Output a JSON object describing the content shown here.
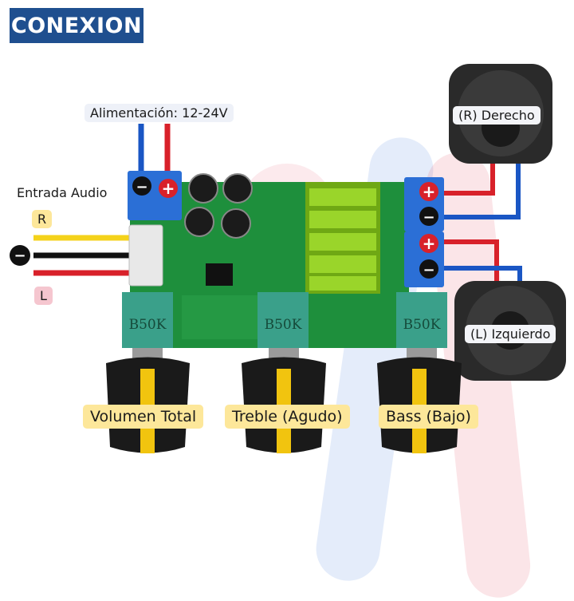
{
  "title": "CONEXION",
  "power": {
    "label": "Alimentación: 12-24V",
    "neg_symbol": "−",
    "pos_symbol": "+"
  },
  "audio_input": {
    "label": "Entrada Audio",
    "right_label": "R",
    "left_label": "L",
    "ground_symbol": "−"
  },
  "speakers": {
    "right": {
      "label": "(R) Derecho"
    },
    "left": {
      "label": "(L) Izquierdo"
    }
  },
  "outputs": {
    "pos_symbol": "+",
    "neg_symbol": "−"
  },
  "potentiometers": [
    {
      "marking": "B50K",
      "label": "Volumen Total"
    },
    {
      "marking": "B50K",
      "label": "Treble (Agudo)"
    },
    {
      "marking": "B50K",
      "label": "Bass (Bajo)"
    }
  ],
  "colors": {
    "title_bg": "#1f4f8f",
    "board": "#1e8f3c",
    "heatsink": "#8ccc1f",
    "terminal": "#2b6fd6",
    "wire_red": "#d8212a",
    "wire_blue": "#1a56c4",
    "wire_yellow": "#f4d21a",
    "knob": "#1a1a1a",
    "knob_stripe": "#f1c40f"
  }
}
